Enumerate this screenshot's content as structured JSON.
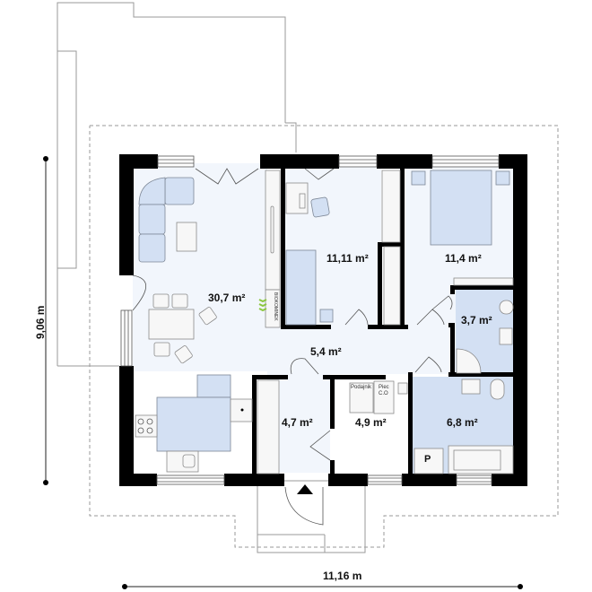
{
  "plan": {
    "rooms": [
      {
        "id": "living",
        "area_label": "30,7 m²"
      },
      {
        "id": "bedroom-small",
        "area_label": "11,11 m²"
      },
      {
        "id": "bedroom-master",
        "area_label": "11,4 m²"
      },
      {
        "id": "wc",
        "area_label": "3,7 m²"
      },
      {
        "id": "hall",
        "area_label": "5,4 m²"
      },
      {
        "id": "vestibule",
        "area_label": "4,7 m²"
      },
      {
        "id": "boiler-room",
        "area_label": "4,9 m²"
      },
      {
        "id": "bathroom",
        "area_label": "6,8 m²"
      }
    ],
    "boiler": {
      "feeder_label": "Podajnik",
      "furnace_label_1": "Piec",
      "furnace_label_2": "C.O"
    },
    "bathroom_fixture": {
      "label": "P"
    },
    "cabinet_label": "BIOKOMINEK",
    "dimensions": {
      "height": "9,06 m",
      "width": "11,16 m"
    },
    "colors": {
      "wall": "#000000",
      "floor_light": "#f2f6fc",
      "floor_blue": "#d3e0f3",
      "outline": "#9a9a9a"
    }
  }
}
